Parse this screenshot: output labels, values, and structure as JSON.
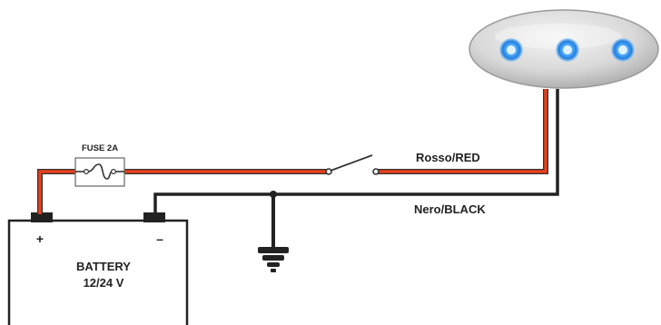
{
  "fuse": {
    "label": "FUSE 2A"
  },
  "battery": {
    "title": "BATTERY",
    "voltage": "12/24 V",
    "positive_symbol": "+",
    "negative_symbol": "–"
  },
  "wires": {
    "red_label": "Rosso/RED",
    "black_label": "Nero/BLACK"
  },
  "lamp": {
    "led_count": 3
  },
  "colors": {
    "red_wire": "#e8401c",
    "black_wire": "#222222",
    "led_glow": "#2f8ef0",
    "led_core": "#3aa0ff",
    "housing": "#d8d8d8"
  }
}
